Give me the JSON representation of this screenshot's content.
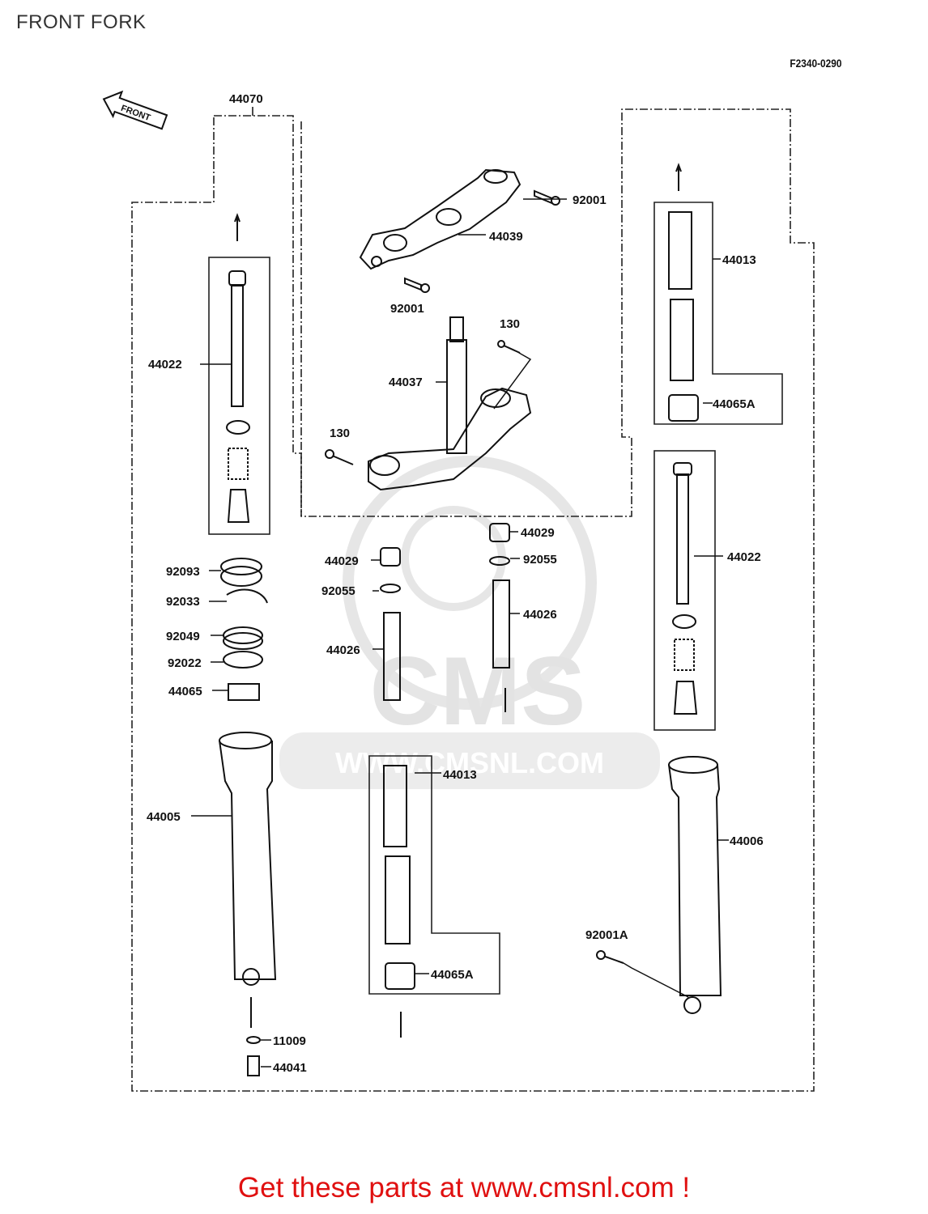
{
  "header": {
    "title": "FRONT FORK",
    "diagram_code": "F2340-0290"
  },
  "front_arrow_label": "FRONT",
  "watermark": {
    "logo_text": "CMS",
    "url_text": "WWW.CMSNL.COM"
  },
  "parts": {
    "p44070": "44070",
    "p92001_right": "92001",
    "p44039": "44039",
    "p92001_center": "92001",
    "p130_upper": "130",
    "p44037": "44037",
    "p130_lower": "130",
    "p44022_left": "44022",
    "p44013_right": "44013",
    "p44065A_right": "44065A",
    "p44022_right": "44022",
    "p92093": "92093",
    "p92033": "92033",
    "p92049": "92049",
    "p92022": "92022",
    "p44065": "44065",
    "p44029_left": "44029",
    "p92055_left": "92055",
    "p44026_left": "44026",
    "p44029_right": "44029",
    "p92055_right": "92055",
    "p44026_right": "44026",
    "p44005": "44005",
    "p44013_center": "44013",
    "p44065A_center": "44065A",
    "p44006": "44006",
    "p92001A": "92001A",
    "p11009": "11009",
    "p44041": "44041"
  },
  "footer": {
    "text": "Get these parts at www.cmsnl.com !"
  }
}
